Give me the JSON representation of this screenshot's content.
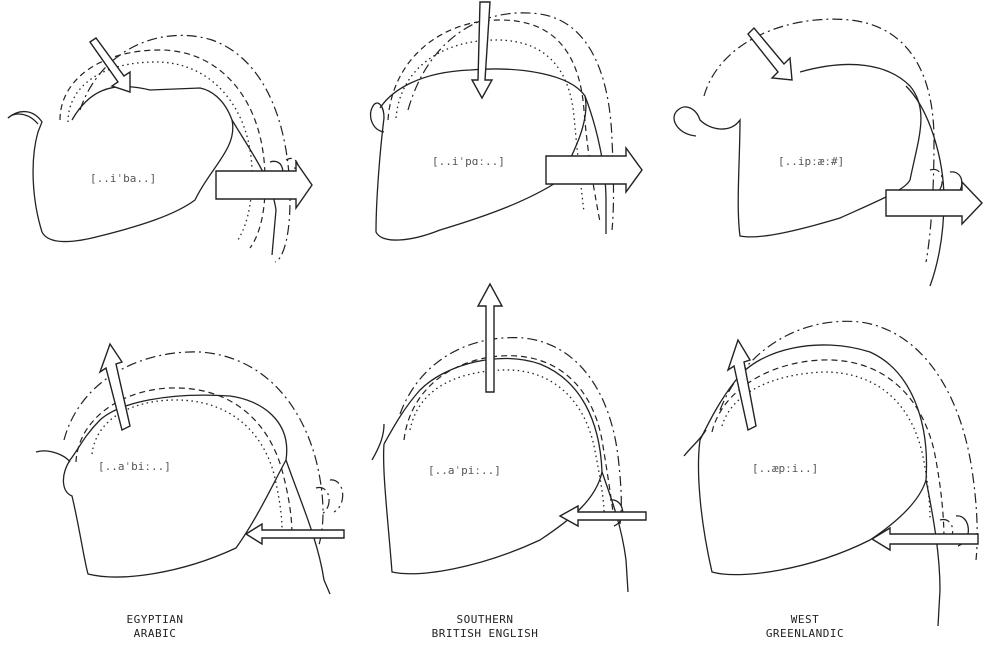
{
  "panels": {
    "p1": {
      "label": "[..iˈba..]"
    },
    "p2": {
      "label": "[..iˈpɑː..]"
    },
    "p3": {
      "label": "[..ipːæː#]"
    },
    "p4": {
      "label": "[..aˈbiː..]"
    },
    "p5": {
      "label": "[..aˈpiː..]"
    },
    "p6": {
      "label": "[..æpːi..]"
    }
  },
  "captions": {
    "egyptian": {
      "line1": "EGYPTIAN",
      "line2": "ARABIC"
    },
    "british": {
      "line1": "SOUTHERN",
      "line2": "BRITISH  ENGLISH"
    },
    "greenlandic": {
      "line1": "WEST",
      "line2": "GREENLANDIC"
    }
  }
}
